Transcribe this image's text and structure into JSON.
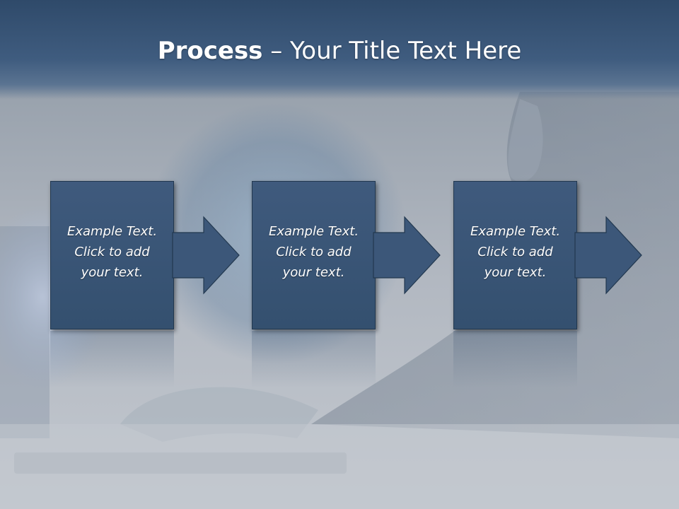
{
  "slide": {
    "title_bold": "Process",
    "title_rest": " – Your Title Text Here"
  },
  "steps": [
    {
      "line1": "Example Text.",
      "line2": "Click  to add",
      "line3": "your text."
    },
    {
      "line1": "Example Text.",
      "line2": "Click  to add",
      "line3": "your text."
    },
    {
      "line1": "Example Text.",
      "line2": "Click  to add",
      "line3": "your text."
    }
  ],
  "colors": {
    "box_fill": "#3f5a7d",
    "box_border": "#22384f",
    "title_bar": "#3f5c7f",
    "text": "#ffffff"
  },
  "icons": {
    "step_connector": "right-arrow-icon"
  }
}
